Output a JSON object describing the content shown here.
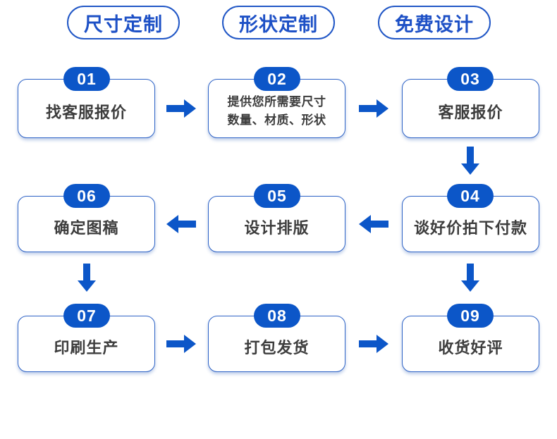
{
  "colors": {
    "primary_blue": "#0c56c8",
    "box_border_blue": "#2e63c6",
    "pill_text_blue": "#1d50c6",
    "label_text": "#3d3d3d",
    "background": "#ffffff"
  },
  "header_tags": [
    {
      "label": "尺寸定制"
    },
    {
      "label": "形状定制"
    },
    {
      "label": "免费设计"
    }
  ],
  "steps": [
    {
      "number": "01",
      "label": "找客服报价"
    },
    {
      "number": "02",
      "label_line1": "提供您所需要尺寸",
      "label_line2": "数量、材质、形状"
    },
    {
      "number": "03",
      "label": "客服报价"
    },
    {
      "number": "04",
      "label": "谈好价拍下付款"
    },
    {
      "number": "05",
      "label": "设计排版"
    },
    {
      "number": "06",
      "label": "确定图稿"
    },
    {
      "number": "07",
      "label": "印刷生产"
    },
    {
      "number": "08",
      "label": "打包发货"
    },
    {
      "number": "09",
      "label": "收货好评"
    }
  ],
  "flow_arrows": [
    {
      "from": "01",
      "to": "02",
      "direction": "right"
    },
    {
      "from": "02",
      "to": "03",
      "direction": "right"
    },
    {
      "from": "03",
      "to": "04",
      "direction": "down"
    },
    {
      "from": "04",
      "to": "05",
      "direction": "left"
    },
    {
      "from": "05",
      "to": "06",
      "direction": "left"
    },
    {
      "from": "06",
      "to": "07",
      "direction": "down"
    },
    {
      "from": "04",
      "to": "09",
      "direction": "down"
    },
    {
      "from": "07",
      "to": "08",
      "direction": "right"
    },
    {
      "from": "08",
      "to": "09",
      "direction": "right"
    }
  ]
}
